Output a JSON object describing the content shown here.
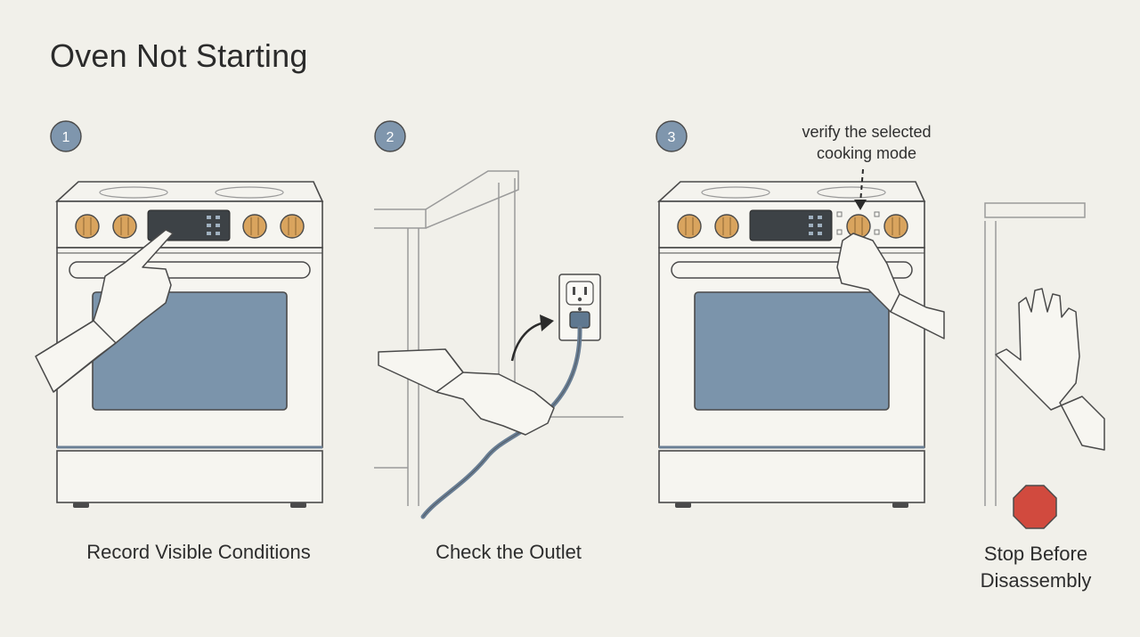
{
  "title": "Oven Not Starting",
  "steps": [
    {
      "number": "1",
      "caption": "Record Visible Conditions"
    },
    {
      "number": "2",
      "caption": "Check the Outlet"
    },
    {
      "number": "3",
      "caption": ""
    }
  ],
  "callout": {
    "line1": "verify the selected",
    "line2": "cooking mode"
  },
  "warning": {
    "line1": "Stop Before",
    "line2": "Disassembly"
  },
  "colors": {
    "background": "#f1f0ea",
    "badge": "#7f96ad",
    "window": "#7b94ab",
    "knob": "#d9a45e",
    "stop_sign": "#d14a3e",
    "line": "#4a4a4a"
  },
  "icons": [
    "range-oven-icon",
    "hand-icon",
    "wall-outlet-icon",
    "power-plug-icon",
    "curved-arrow-icon",
    "stop-sign-icon"
  ]
}
